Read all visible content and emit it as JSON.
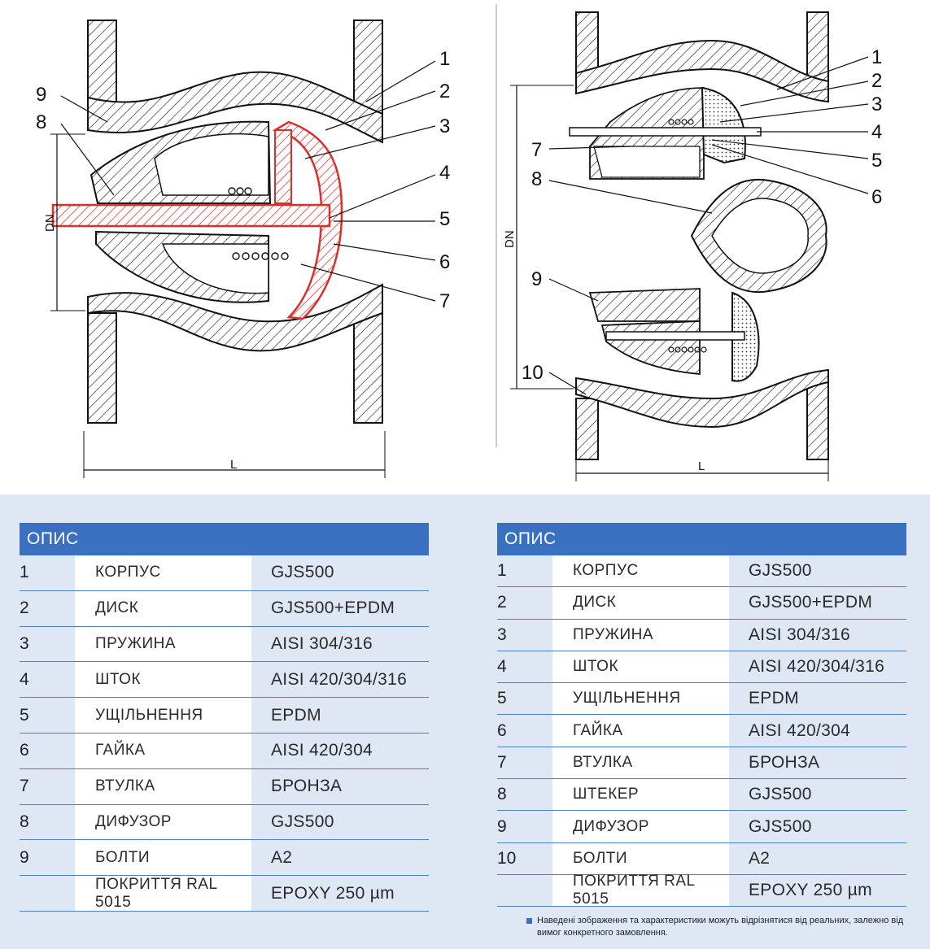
{
  "drawings": {
    "left": {
      "callouts": [
        "1",
        "2",
        "3",
        "4",
        "5",
        "6",
        "7",
        "8",
        "9"
      ],
      "dimension_dn": "DN",
      "dimension_l": "L"
    },
    "right": {
      "callouts": [
        "1",
        "2",
        "3",
        "4",
        "5",
        "6",
        "7",
        "8",
        "9",
        "10"
      ],
      "dimension_dn": "DN",
      "dimension_l": "L"
    }
  },
  "colors": {
    "header_blue": "#3970bf",
    "panel_background": "#dfe7f5",
    "highlight_red": "#d9302c"
  },
  "table_left": {
    "header": "ОПИС",
    "rows": [
      {
        "num": "1",
        "part": "КОРПУС",
        "material": "GJS500"
      },
      {
        "num": "2",
        "part": "ДИСК",
        "material": "GJS500+EPDM"
      },
      {
        "num": "3",
        "part": "ПРУЖИНА",
        "material": "AISI 304/316"
      },
      {
        "num": "4",
        "part": "ШТОК",
        "material": "AISI 420/304/316"
      },
      {
        "num": "5",
        "part": "УЩІЛЬНЕННЯ",
        "material": "EPDM"
      },
      {
        "num": "6",
        "part": "ГАЙКА",
        "material": "AISI 420/304"
      },
      {
        "num": "7",
        "part": "ВТУЛКА",
        "material": "БРОНЗА"
      },
      {
        "num": "8",
        "part": "ДИФУЗОР",
        "material": "GJS500"
      },
      {
        "num": "9",
        "part": "БОЛТИ",
        "material": "A2"
      },
      {
        "num": "",
        "part": "ПОКРИТТЯ RAL 5015",
        "material": "EPOXY 250 µm"
      }
    ]
  },
  "table_right": {
    "header": "ОПИС",
    "rows": [
      {
        "num": "1",
        "part": "КОРПУС",
        "material": "GJS500"
      },
      {
        "num": "2",
        "part": "ДИСК",
        "material": "GJS500+EPDM"
      },
      {
        "num": "3",
        "part": "ПРУЖИНА",
        "material": "AISI 304/316"
      },
      {
        "num": "4",
        "part": "ШТОК",
        "material": "AISI 420/304/316"
      },
      {
        "num": "5",
        "part": "УЩІЛЬНЕННЯ",
        "material": "EPDM"
      },
      {
        "num": "6",
        "part": "ГАЙКА",
        "material": "AISI 420/304"
      },
      {
        "num": "7",
        "part": "ВТУЛКА",
        "material": "БРОНЗА"
      },
      {
        "num": "8",
        "part": "ШТЕКЕР",
        "material": "GJS500"
      },
      {
        "num": "9",
        "part": "ДИФУЗОР",
        "material": "GJS500"
      },
      {
        "num": "10",
        "part": "БОЛТИ",
        "material": "A2"
      },
      {
        "num": "",
        "part": "ПОКРИТТЯ RAL 5015",
        "material": "EPOXY 250 µm"
      }
    ]
  },
  "disclaimer": "Наведені зображення та характеристики можуть відрізнятися від реальних, залежно від вимог конкретного замовлення."
}
